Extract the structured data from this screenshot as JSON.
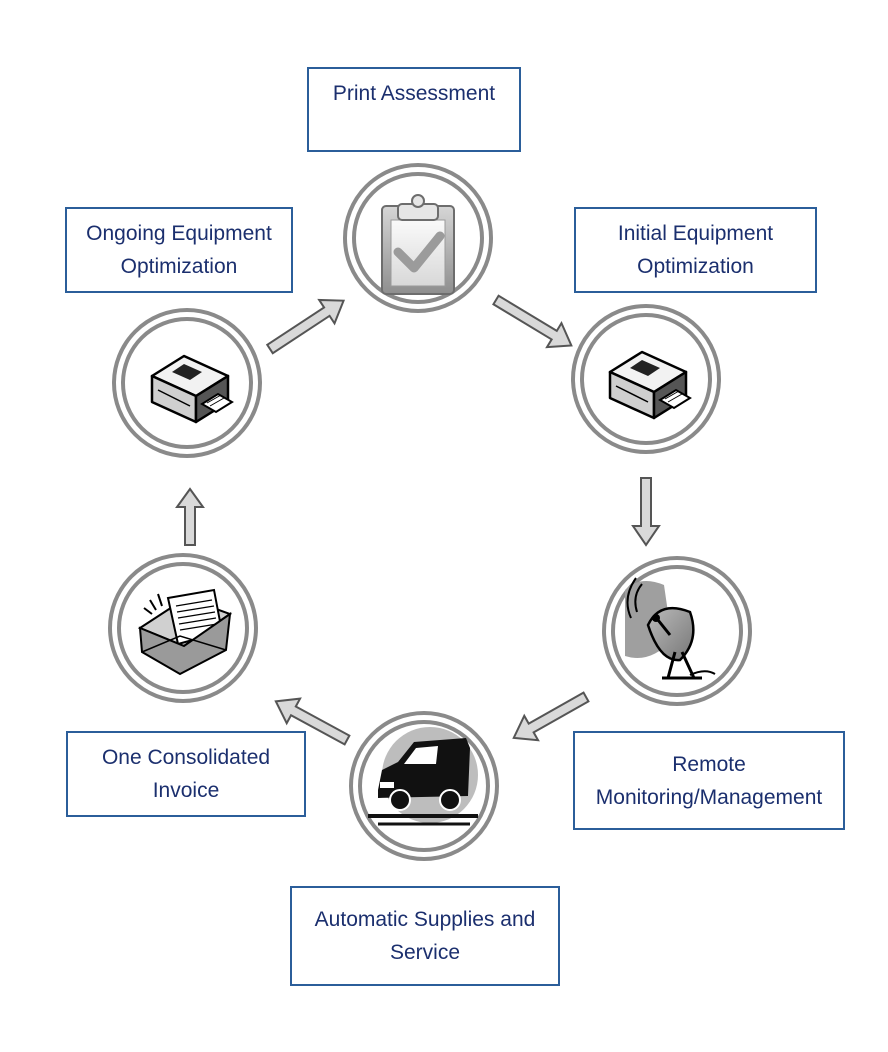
{
  "diagram": {
    "type": "cycle",
    "steps": [
      {
        "id": "print",
        "label": "Print Assessment",
        "icon": "clipboard-check-icon"
      },
      {
        "id": "initial",
        "label": "Initial Equipment\nOptimization",
        "icon": "printer-icon"
      },
      {
        "id": "remote",
        "label": "Remote\nMonitoring/Management",
        "icon": "satellite-dish-icon"
      },
      {
        "id": "auto",
        "label": "Automatic Supplies and\nService",
        "icon": "delivery-van-icon"
      },
      {
        "id": "invoice",
        "label": "One Consolidated\nInvoice",
        "icon": "envelope-invoice-icon"
      },
      {
        "id": "ongoing",
        "label": "Ongoing Equipment\nOptimization",
        "icon": "printer-icon"
      }
    ],
    "colors": {
      "box_border": "#2b5e9a",
      "text": "#1b2f6e",
      "ring": "#8a8a8a",
      "arrow_fill": "#d9d9d9",
      "arrow_stroke": "#555555"
    }
  }
}
